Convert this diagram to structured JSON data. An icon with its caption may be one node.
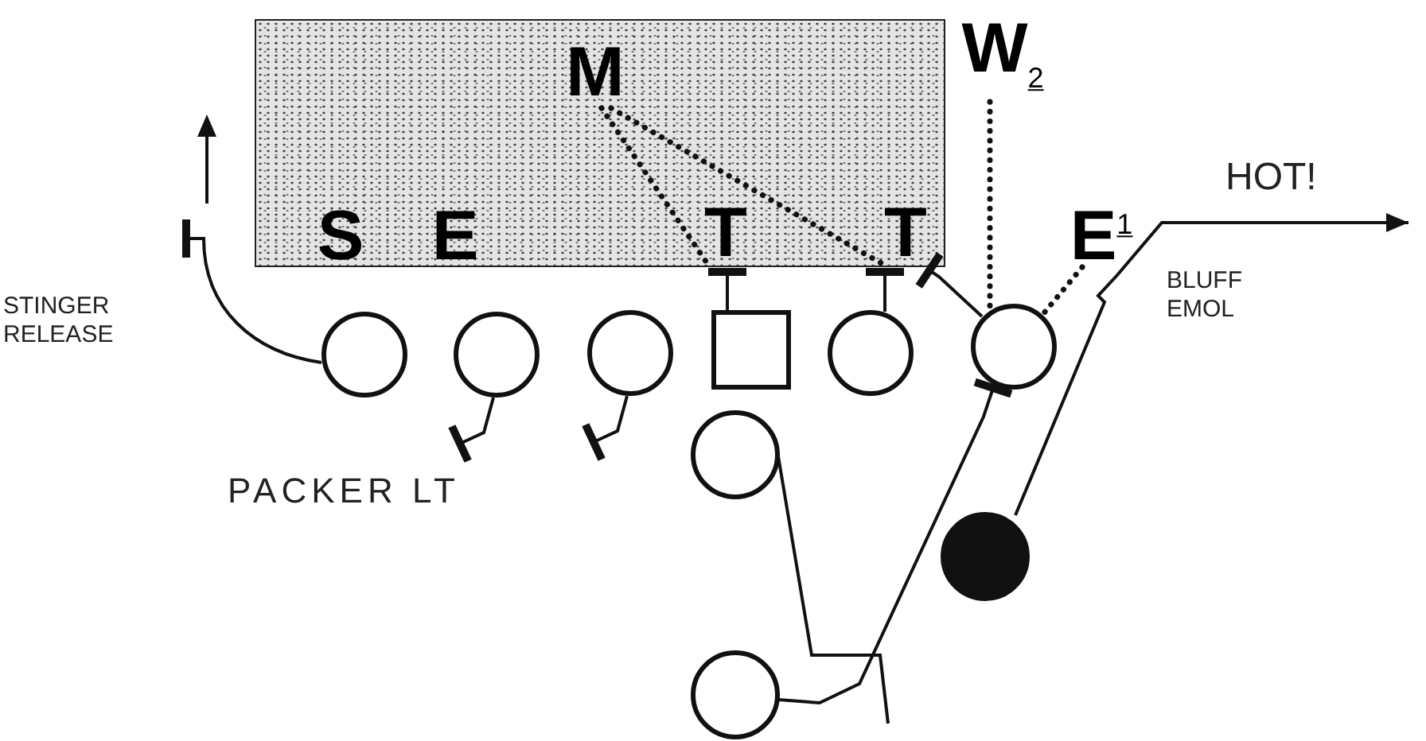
{
  "diagram": {
    "nodes": [
      {
        "text": [],
        "shape": "box"
      },
      {
        "text": [
          "M"
        ],
        "in": 0
      },
      {
        "text": [
          "S"
        ],
        "in": 0
      },
      {
        "text": [
          "E"
        ],
        "in": 0
      },
      {
        "text": [
          "T"
        ],
        "in": 0
      },
      {
        "text": [
          "T"
        ],
        "in": 0
      },
      {
        "text": [
          "W$_{2}$"
        ]
      },
      {
        "text": [
          "E$^{1}$"
        ]
      },
      {
        "text": [],
        "shape": "circle"
      },
      {
        "text": [],
        "shape": "circle"
      },
      {
        "text": [],
        "shape": "circle"
      },
      {
        "text": [],
        "shape": "box"
      },
      {
        "text": [],
        "shape": "circle"
      },
      {
        "text": [],
        "shape": "circle"
      },
      {
        "text": [],
        "shape": "circle"
      },
      {
        "text": [],
        "shape": "circle"
      },
      {
        "text": [],
        "shape": "circle"
      }
    ],
    "edges": [
      {
        "from": 1,
        "to": 4,
        "arrow": "none",
        "style": "dashed"
      },
      {
        "from": 1,
        "to": 5,
        "arrow": "none",
        "style": "dashed"
      },
      {
        "from": 6,
        "to": 13,
        "arrow": "none",
        "style": "dashed"
      },
      {
        "from": 7,
        "to": 13,
        "arrow": "none",
        "style": "dashed"
      },
      {
        "from": 8,
        "to": null,
        "arrow": "other"
      },
      {
        "from": 9,
        "to": null,
        "arrow": "other"
      },
      {
        "from": 10,
        "to": null,
        "arrow": "other"
      },
      {
        "from": 11,
        "to": 4,
        "arrow": "other"
      },
      {
        "from": 12,
        "to": 5,
        "arrow": "other"
      },
      {
        "from": 13,
        "to": 5,
        "arrow": "other"
      },
      {
        "from": 14,
        "to": null,
        "arrow": "none"
      },
      {
        "from": 15,
        "to": 13,
        "arrow": "other"
      },
      {
        "from": 16,
        "to": null,
        "arrow": "to",
        "label": "HOT!"
      }
    ],
    "labels": [
      "STINGER RELEASE",
      "BLUFF EMOL",
      "PACKER LT"
    ]
  }
}
